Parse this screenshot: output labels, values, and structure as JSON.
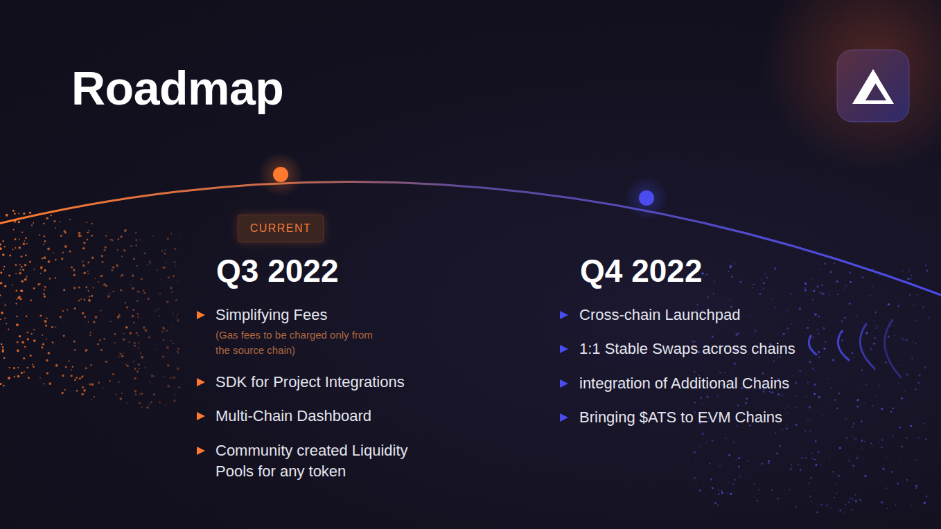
{
  "diagram": {
    "title": "Roadmap",
    "nodes": [
      {
        "text": [
          "CURRENT"
        ]
      }
    ],
    "labels": [
      "Q3 2022",
      "Simplifying Fees",
      "(Gas fees to be charged only from the source chain)",
      "SDK for Project Integrations",
      "Multi-Chain Dashboard",
      "Community created Liquidity Pools for any token",
      "Q4 2022",
      "Cross-chain Launchpad",
      "1:1 Stable Swaps across chains",
      "integration of Additional Chains",
      "Bringing $ATS to EVM Chains"
    ]
  }
}
